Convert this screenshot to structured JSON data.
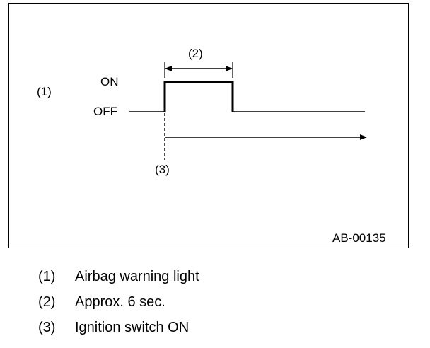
{
  "diagram": {
    "id_label": "AB-00135",
    "signal_label": "(1)",
    "state_on": "ON",
    "state_off": "OFF",
    "duration_label": "(2)",
    "event_label": "(3)"
  },
  "legend": [
    {
      "num": "(1)",
      "text": "Airbag warning light"
    },
    {
      "num": "(2)",
      "text": "Approx. 6 sec."
    },
    {
      "num": "(3)",
      "text": "Ignition switch ON"
    }
  ]
}
